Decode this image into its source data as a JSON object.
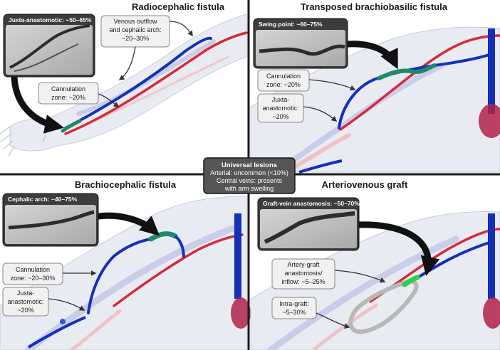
{
  "panels": {
    "radiocephalic": {
      "title": "Radiocephalic fistula",
      "inset_label": "Juxta-anastomotic: ~50–65%",
      "callouts": {
        "venous_l1": "Venous outflow",
        "venous_l2": "and cephalic arch:",
        "venous_l3": "~20–30%",
        "cannulation_l1": "Cannulation",
        "cannulation_l2": "zone: ~20%"
      }
    },
    "transposed": {
      "title": "Transposed brachiobasilic fistula",
      "inset_label": "Swing point: ~60–75%",
      "callouts": {
        "cannulation_l1": "Cannulation",
        "cannulation_l2": "zone: ~20%",
        "juxta_l1": "Juxta-",
        "juxta_l2": "anastomotic:",
        "juxta_l3": "~20%"
      }
    },
    "brachiocephalic": {
      "title": "Brachiocephalic fistula",
      "inset_label": "Cephalic arch: ~40–75%",
      "callouts": {
        "cannulation_l1": "Cannulation",
        "cannulation_l2": "zone: ~20–30%",
        "juxta_l1": "Juxta-",
        "juxta_l2": "anastomotic:",
        "juxta_l3": "~20%"
      }
    },
    "graft": {
      "title": "Arteriovenous graft",
      "inset_label": "Graft-vein anastomosis: ~50–70%",
      "callouts": {
        "artery_l1": "Artery-graft",
        "artery_l2": "anastomosis/",
        "artery_l3": "inflow: ~5–25%",
        "intra_l1": "Intra-graft:",
        "intra_l2": "~5–30%"
      }
    }
  },
  "universal": {
    "title": "Universal lesions",
    "line1": "Arterial: uncommon (<10%)",
    "line2": "Central veins: presents",
    "line3": "with arm swelling"
  },
  "colors": {
    "artery": "#d62a3a",
    "vein": "#1530b8",
    "lesion": "#1e8a6a",
    "graft": "#b8b8b8",
    "divider": "#1a1a1a",
    "arm_fill": "#e9ebf2",
    "heart": "#b0224a"
  }
}
